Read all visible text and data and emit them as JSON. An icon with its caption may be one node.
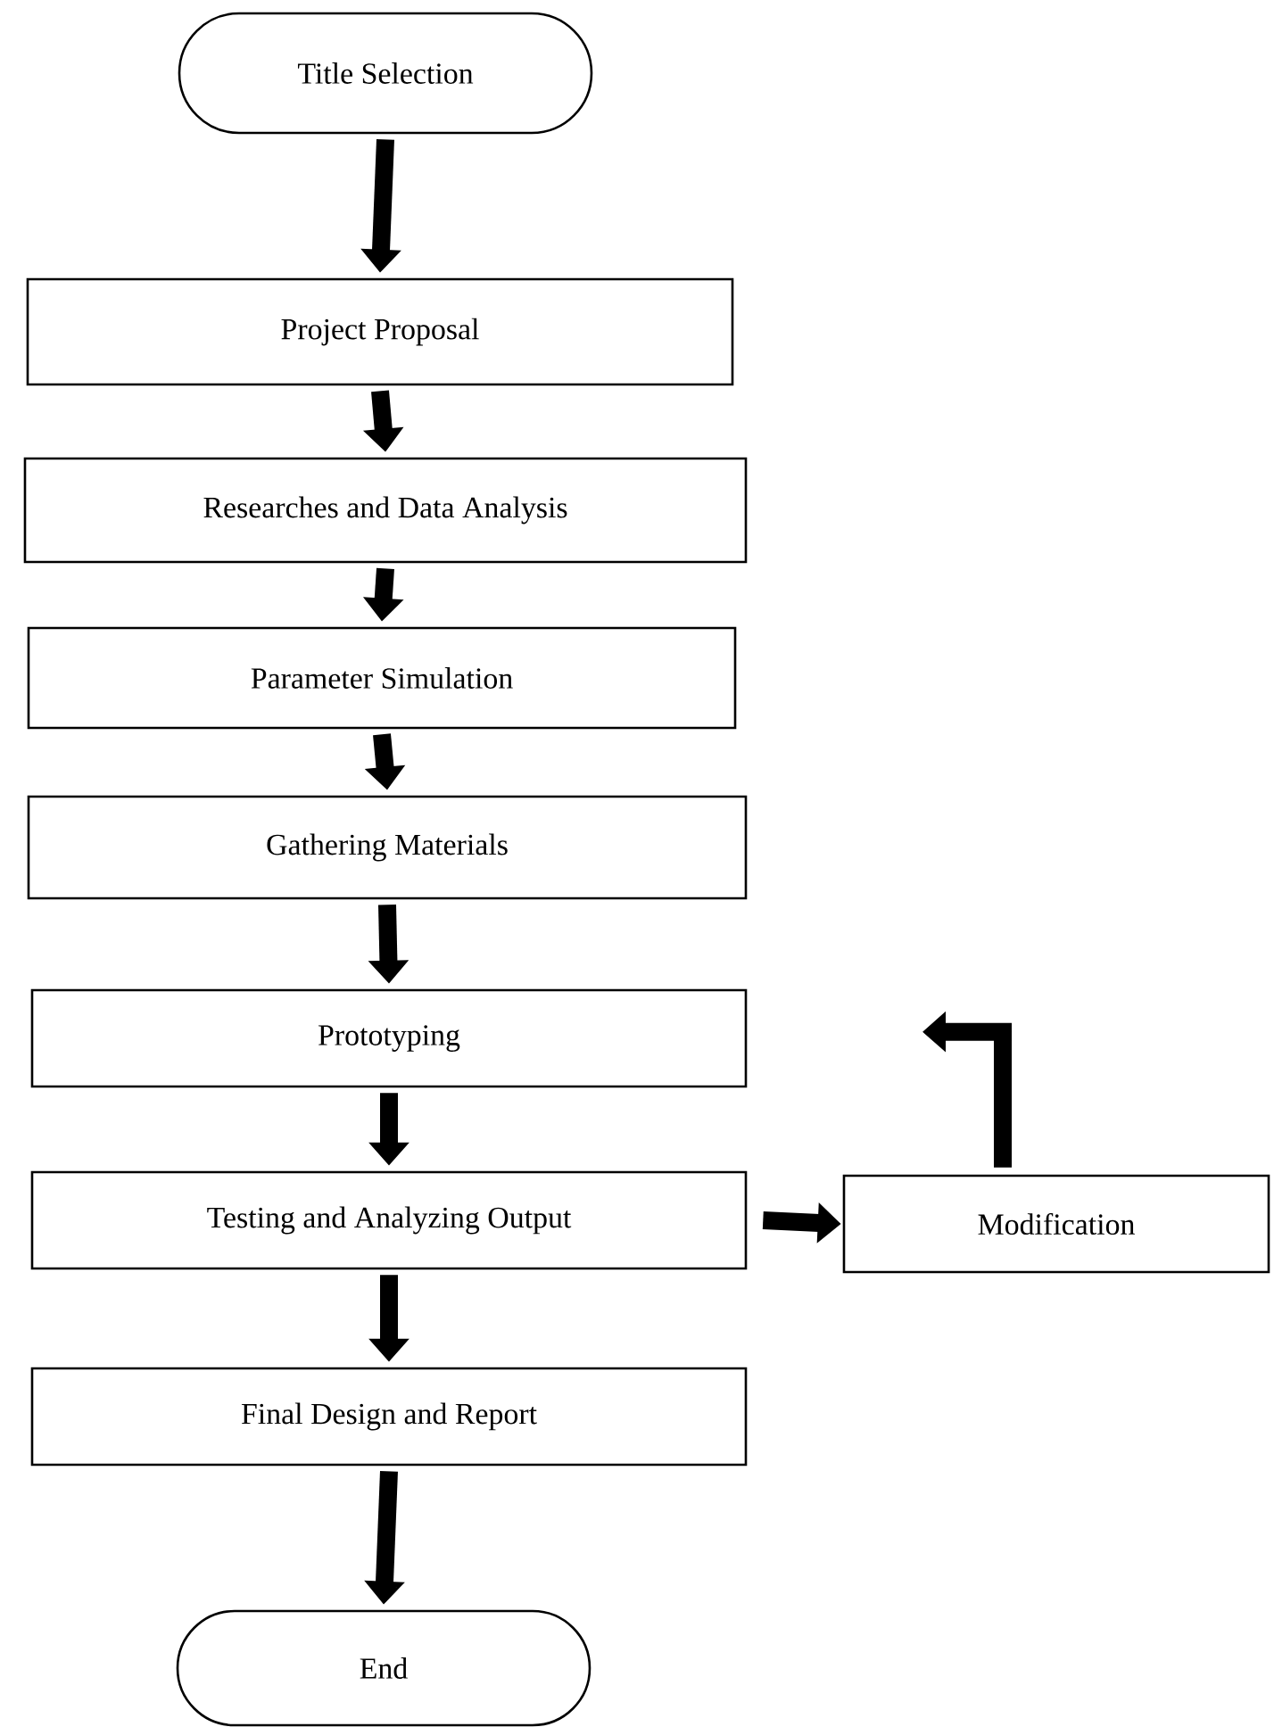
{
  "diagram": {
    "nodes": [
      {
        "text": [
          "Title Selection"
        ]
      },
      {
        "text": [
          "Project Proposal"
        ]
      },
      {
        "text": [
          "Researches and Data Analysis"
        ]
      },
      {
        "text": [
          "Parameter Simulation"
        ]
      },
      {
        "text": [
          "Gathering Materials"
        ]
      },
      {
        "text": [
          "Prototyping"
        ]
      },
      {
        "text": [
          "Testing and Analyzing Output"
        ]
      },
      {
        "text": [
          "Final Design and Report"
        ]
      },
      {
        "text": [
          "End"
        ]
      },
      {
        "text": [
          "Modification"
        ]
      }
    ],
    "edges": [
      {
        "from": 0,
        "to": 1,
        "arrow": "to"
      },
      {
        "from": 1,
        "to": 2,
        "arrow": "to"
      },
      {
        "from": 2,
        "to": 3,
        "arrow": "to"
      },
      {
        "from": 3,
        "to": 4,
        "arrow": "to"
      },
      {
        "from": 4,
        "to": 5,
        "arrow": "to"
      },
      {
        "from": 5,
        "to": 6,
        "arrow": "to"
      },
      {
        "from": 6,
        "to": 9,
        "arrow": "to"
      },
      {
        "from": 6,
        "to": 7,
        "arrow": "to"
      },
      {
        "from": 7,
        "to": 8,
        "arrow": "to"
      },
      {
        "from": 9,
        "to": null,
        "arrow": "to"
      }
    ]
  }
}
